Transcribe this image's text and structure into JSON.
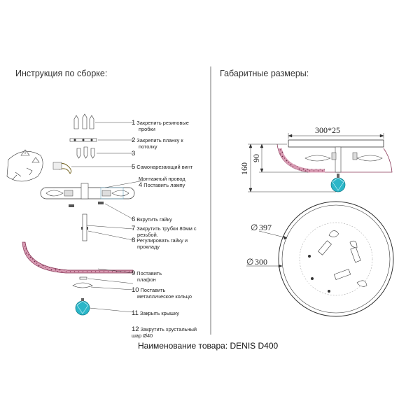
{
  "headings": {
    "assembly": "Инструкция по сборке:",
    "dimensions": "Габаритные размеры:"
  },
  "steps": [
    {
      "num": "1",
      "text": "Закрепить резиновые",
      "text2": "пробки"
    },
    {
      "num": "2",
      "text": "Закрепить планку к",
      "text2": "потолку"
    },
    {
      "num": "3",
      "text": "",
      "text2": ""
    },
    {
      "num": "5",
      "text": "Самонарезающий винт",
      "text2": ""
    },
    {
      "num": "4",
      "text": "Монтажный провод",
      "text2": "Поставить лампу"
    },
    {
      "num": "6",
      "text": "Вкрутить гайку",
      "text2": ""
    },
    {
      "num": "7",
      "text": "Закрутить трубки 80мм с",
      "text2": "резьбой."
    },
    {
      "num": "8",
      "text": "Регулировать гайку и",
      "text2": "прокладу"
    },
    {
      "num": "9",
      "text": "Поставить",
      "text2": "плафон"
    },
    {
      "num": "10",
      "text": "Поставить",
      "text2": "металлическое кольцо"
    },
    {
      "num": "11",
      "text": "Закрыть крышку",
      "text2": ""
    },
    {
      "num": "12",
      "text": "Закрутить хрустальный",
      "text2": "шар Ø40"
    }
  ],
  "dimensions": {
    "top_width": "300*25",
    "height_total": "160",
    "height_shade": "90",
    "diameter_outer": "397",
    "diameter_inner": "300",
    "diameter_symbol": "∅"
  },
  "product": "Наименование товара: DENIS D400",
  "colors": {
    "crystal": "#2bb6c8",
    "shade_fill": "#cf8fa8",
    "shade_outline": "#8a3a5a",
    "line": "#333333"
  },
  "icons": [
    "warning-triangle-icon",
    "crystal-ball-icon",
    "bulb-icon"
  ]
}
